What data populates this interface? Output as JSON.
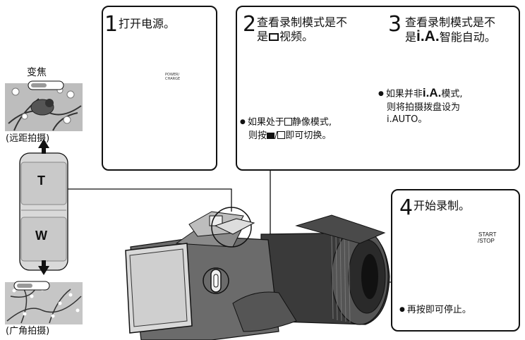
{
  "zoom": {
    "title": "变焦",
    "tele_caption": "(远距拍摄)",
    "wide_caption": "(广角拍摄)",
    "tele_key": "T",
    "wide_key": "W"
  },
  "step1": {
    "number": "1",
    "text": "打开电源。",
    "power_label": "POWER/\nCHARGE"
  },
  "step2": {
    "number": "2",
    "text_line1": "查看录制模式是不",
    "text_line2_pre": "是",
    "text_line2_post": "视频。",
    "note_line1_pre": "如果处于",
    "note_line1_post": "静像模式,",
    "note_line2_pre": "则按",
    "note_line2_mid": "/",
    "note_line2_post": "即可切换。"
  },
  "step3": {
    "number": "3",
    "text_line1": "查看录制模式是不",
    "text_line2_pre": "是",
    "text_line2_bold": "i.A.",
    "text_line2_post": "智能自动。",
    "note_line1_pre": "如果并非",
    "note_line1_bold": "i.A.",
    "note_line1_post": "模式,",
    "note_line2": "则将拍摄拨盘设为",
    "note_line3": "i.AUTO。"
  },
  "step4": {
    "number": "4",
    "text": "开始录制。",
    "button_label_line1": "START",
    "button_label_line2": "/STOP",
    "note": "再按即可停止。"
  },
  "colors": {
    "line": "#111111",
    "gray": "#9a9a9a",
    "light": "#d8d8d8",
    "dark": "#2b2b2b"
  }
}
